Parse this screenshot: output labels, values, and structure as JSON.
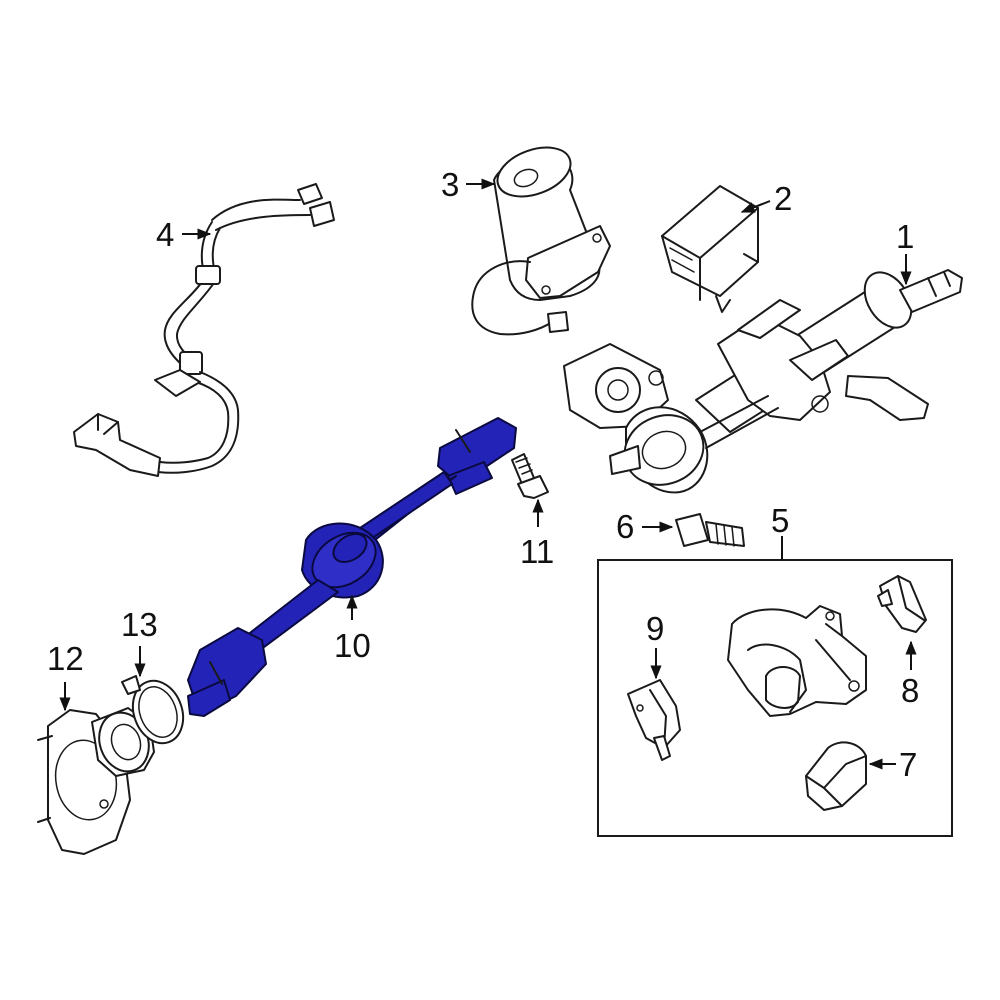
{
  "colors": {
    "highlight": "#2323b8",
    "line": "#1a1a1a",
    "background": "#ffffff"
  },
  "callouts": {
    "c1": "1",
    "c2": "2",
    "c3": "3",
    "c4": "4",
    "c5": "5",
    "c6": "6",
    "c7": "7",
    "c8": "8",
    "c9": "9",
    "c10": "10",
    "c11": "11",
    "c12": "12",
    "c13": "13"
  }
}
